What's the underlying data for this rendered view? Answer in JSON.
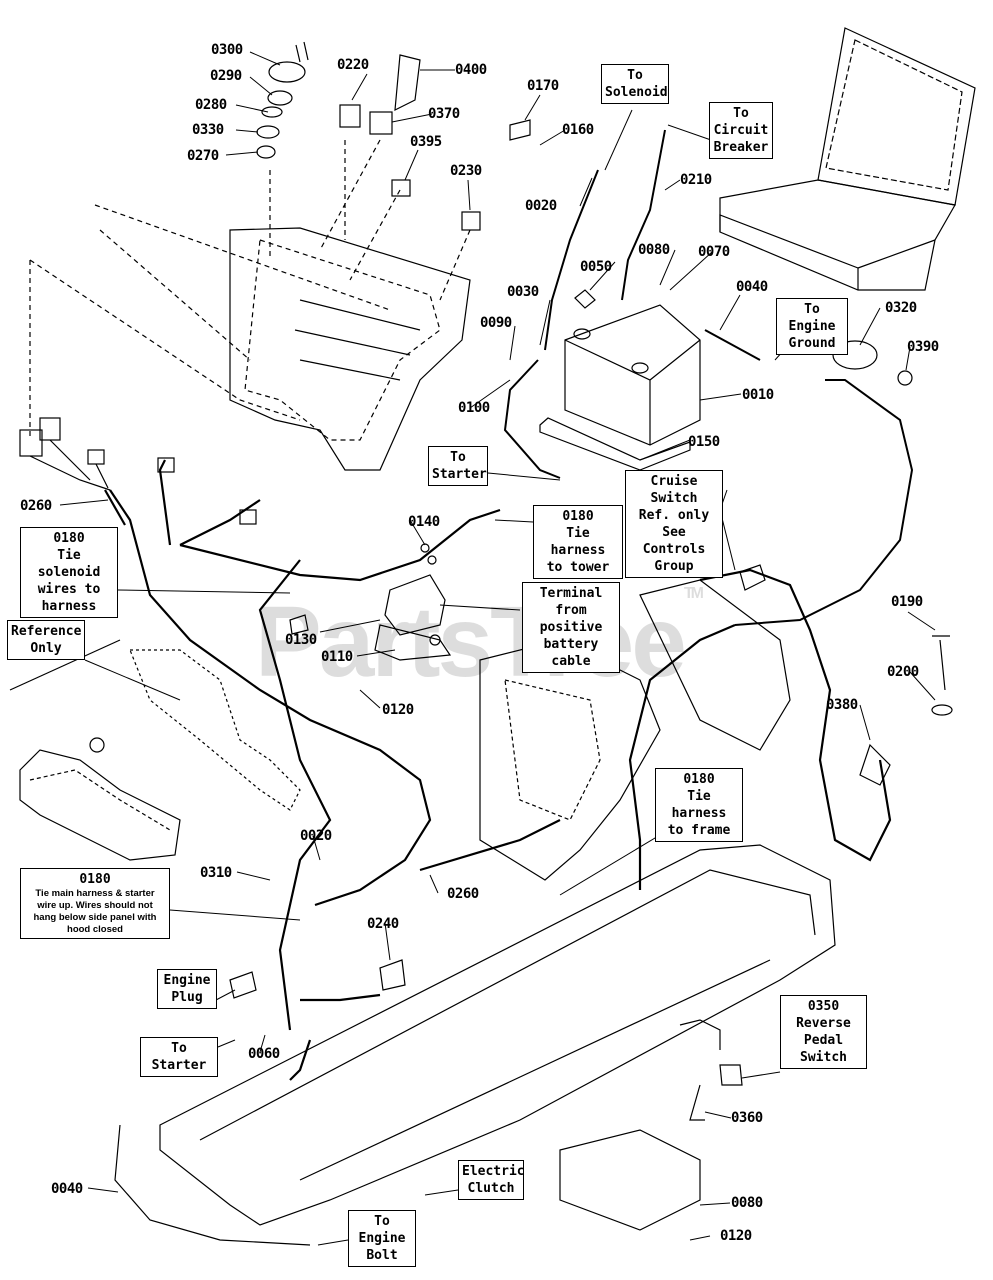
{
  "watermark": {
    "text": "PartsTree",
    "tm": "TM"
  },
  "part_numbers": {
    "p0300": "0300",
    "p0290": "0290",
    "p0280": "0280",
    "p0330": "0330",
    "p0270": "0270",
    "p0220": "0220",
    "p0400": "0400",
    "p0370": "0370",
    "p0395": "0395",
    "p0230": "0230",
    "p0170": "0170",
    "p0160": "0160",
    "p0020a": "0020",
    "p0210": "0210",
    "p0050": "0050",
    "p0080a": "0080",
    "p0070": "0070",
    "p0030": "0030",
    "p0090": "0090",
    "p0100": "0100",
    "p0040a": "0040",
    "p0010": "0010",
    "p0150": "0150",
    "p0320": "0320",
    "p0390": "0390",
    "p0260a": "0260",
    "p0140": "0140",
    "p0130": "0130",
    "p0110": "0110",
    "p0120a": "0120",
    "p0190": "0190",
    "p0200": "0200",
    "p0380": "0380",
    "p0020b": "0020",
    "p0310": "0310",
    "p0260b": "0260",
    "p0240": "0240",
    "p0060": "0060",
    "p0360": "0360",
    "p0040b": "0040",
    "p0080b": "0080",
    "p0120b": "0120"
  },
  "callouts": {
    "to_solenoid": [
      "To",
      "Solenoid"
    ],
    "to_circuit_breaker": [
      "To",
      "Circuit",
      "Breaker"
    ],
    "to_engine_ground": [
      "To Engine",
      "Ground"
    ],
    "to_starter_top": [
      "To",
      "Starter"
    ],
    "cruise_switch": [
      "Cruise Switch",
      "Ref. only",
      "See Controls",
      "Group"
    ],
    "tie_tower": [
      "0180",
      "Tie harness",
      "to tower"
    ],
    "tie_solenoid": [
      "0180",
      "Tie solenoid",
      "wires to",
      "harness"
    ],
    "terminal_positive": [
      "Terminal from",
      "positive",
      "battery cable"
    ],
    "reference_only": [
      "Reference",
      "Only"
    ],
    "tie_frame": [
      "0180",
      "Tie harness",
      "to frame"
    ],
    "tie_main": [
      "0180",
      "Tie main harness & starter",
      "wire up. Wires should not",
      "hang below side panel with",
      "hood closed"
    ],
    "engine_plug": [
      "Engine",
      "Plug"
    ],
    "to_starter_bottom": [
      "To Starter"
    ],
    "reverse_pedal": [
      "0350",
      "Reverse",
      "Pedal",
      "Switch"
    ],
    "electric_clutch": [
      "Electric",
      "Clutch"
    ],
    "to_engine_bolt": [
      "To Engine",
      "Bolt"
    ]
  }
}
